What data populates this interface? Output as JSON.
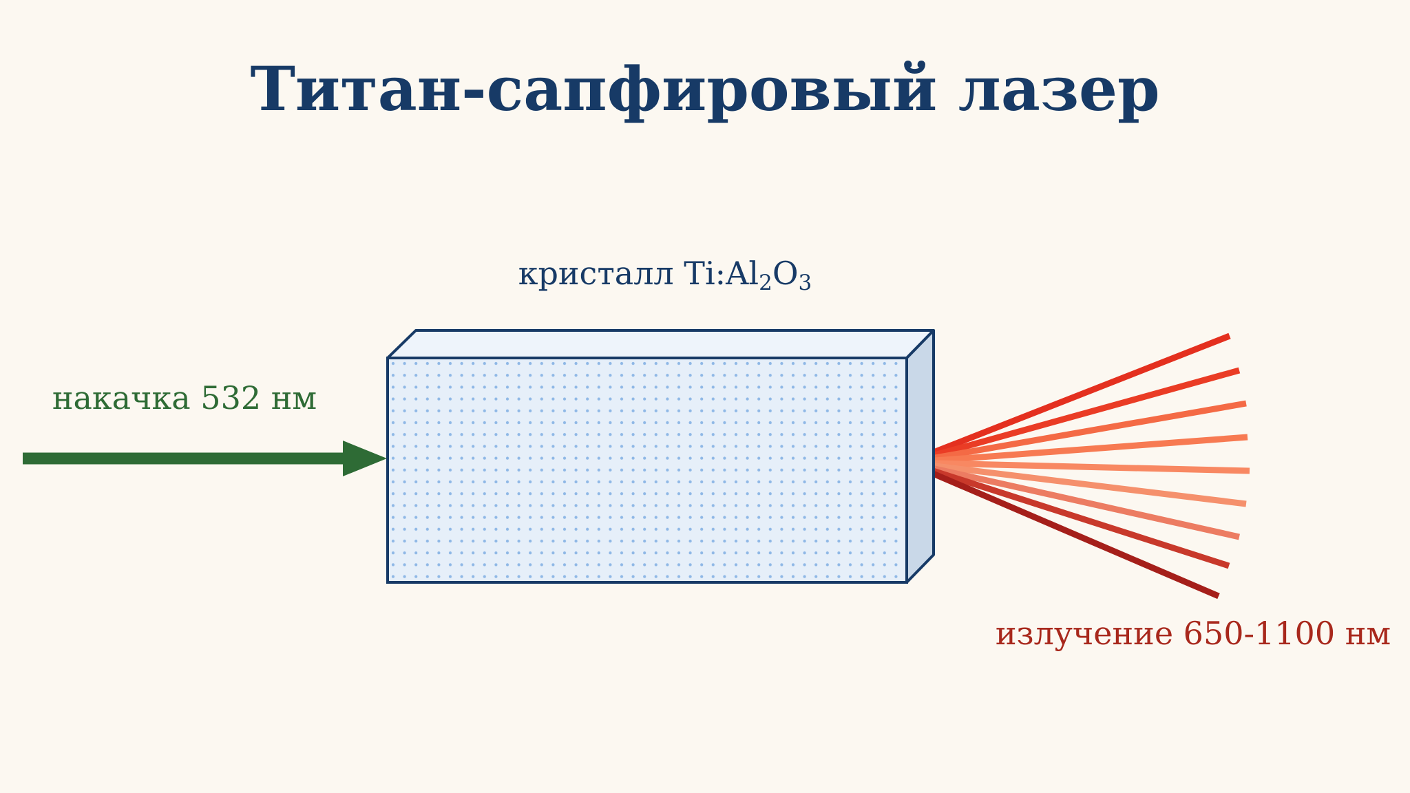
{
  "title": "Титан-сапфировый лазер",
  "crystal": {
    "label_prefix": "кристалл Ti:Al",
    "label_sub1": "2",
    "label_mid": "O",
    "label_sub2": "3"
  },
  "pump": {
    "label": "накачка 532 нм"
  },
  "emission": {
    "label": "излучение 650-1100 нм"
  },
  "colors": {
    "background": "#fcf8f1",
    "title": "#173a66",
    "crystal_outline": "#173a66",
    "crystal_fill": "#e6eff9",
    "crystal_side": "#c9d8e8",
    "crystal_dots": "#8fb8e6",
    "pump": "#2e6b35",
    "emission_label": "#a8281c"
  },
  "emission_rays": [
    {
      "color": "#e4301f"
    },
    {
      "color": "#ea3c25"
    },
    {
      "color": "#f46a45"
    },
    {
      "color": "#f77a52"
    },
    {
      "color": "#f88862"
    },
    {
      "color": "#f5906c"
    },
    {
      "color": "#ec7c62"
    },
    {
      "color": "#c8392b"
    },
    {
      "color": "#a51f1a"
    }
  ]
}
